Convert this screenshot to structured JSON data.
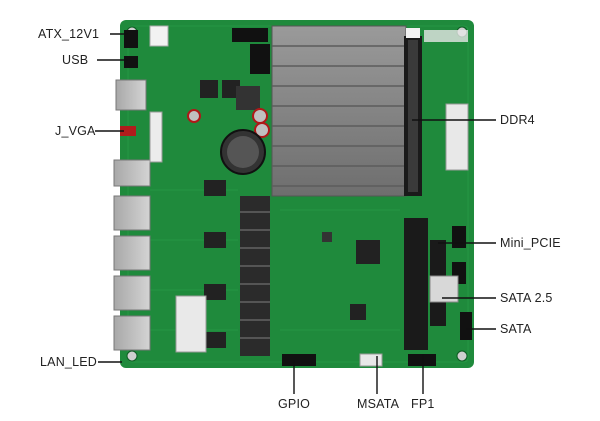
{
  "labels": {
    "atx_12v1": "ATX_12V1",
    "usb": "USB",
    "j_vga": "J_VGA",
    "lan_led": "LAN_LED",
    "ddr4": "DDR4",
    "mini_pcie": "Mini_PCIE",
    "sata_25": "SATA 2.5",
    "sata": "SATA",
    "gpio": "GPIO",
    "msata": "MSATA",
    "fp1": "FP1"
  },
  "colors": {
    "pcb": "#1f8a3c",
    "pcb_dark": "#176d2f",
    "heatsink": "#7c7c7c",
    "leader": "#111111"
  }
}
